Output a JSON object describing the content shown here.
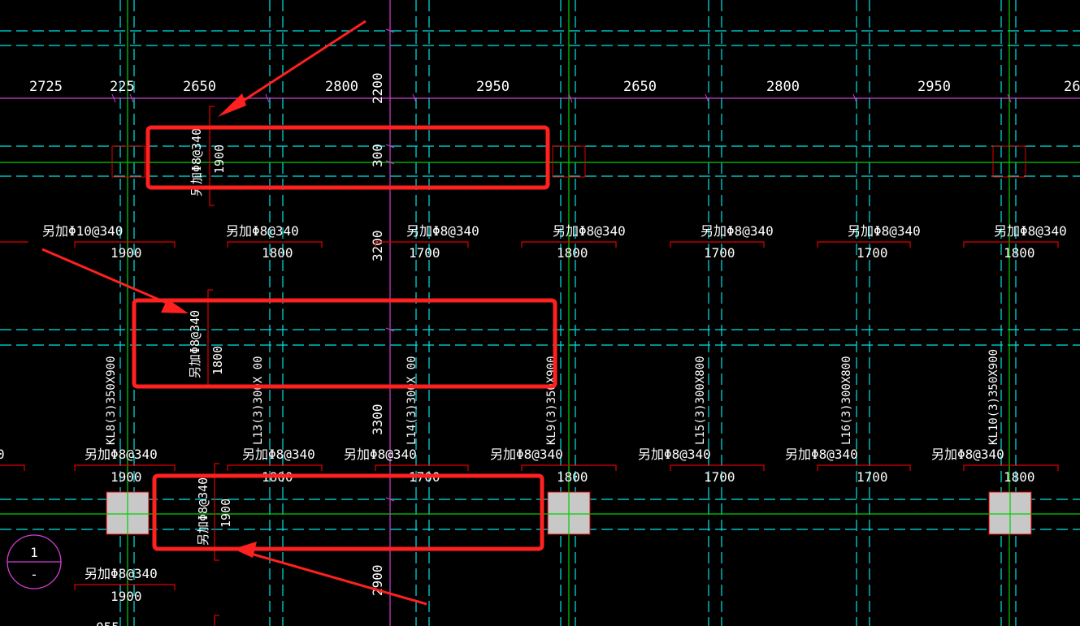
{
  "colors": {
    "background": "#000000",
    "grid_dashed": "#00e5e5",
    "axis_green": "#00d000",
    "dim_magenta": "#d040d0",
    "text": "#ffffff",
    "rebar_red": "#e00000",
    "highlight_red": "#ff2020",
    "column_fill": "#c8c8c8"
  },
  "top_dimensions": [
    "2725",
    "225",
    "2650",
    "2800",
    "2950",
    "2650",
    "2800",
    "2950",
    "26"
  ],
  "vertical_dimensions": [
    "2200",
    "300",
    "3200",
    "3300",
    "2900"
  ],
  "row1_annotations": {
    "labels": [
      "另加Φ10@340",
      "另加Φ8@340",
      "另加Φ8@340",
      "另加Φ8@340",
      "另加Φ8@340",
      "另加Φ8@340",
      "另加Φ8@340"
    ],
    "lengths": [
      "1900",
      "1800",
      "1700",
      "1800",
      "1700",
      "1700",
      "1800"
    ]
  },
  "row2_annotations": {
    "labels": [
      "另加Φ8@340",
      "另加Φ8@340",
      "另加Φ8@340",
      "另加Φ8@340",
      "另加Φ8@340",
      "另加Φ8@340",
      "另加Φ8@340"
    ],
    "lengths": [
      "1900",
      "1800",
      "1700",
      "1800",
      "1700",
      "1700",
      "1800"
    ],
    "edge_fragment": "0"
  },
  "row3_annotation": {
    "label": "另加Φ8@340",
    "length": "1900",
    "fragment": "055"
  },
  "vertical_annotations": [
    {
      "label": "另加Φ8@340",
      "length": "1900"
    },
    {
      "label": "另加Φ8@340",
      "length": "1800"
    },
    {
      "label": "另加Φ8@340",
      "length": "1900"
    }
  ],
  "beam_labels": [
    "KL8(3)350X900",
    "L13(3)300X 00",
    "L14(3)300X 00",
    "KL9(3)350X900",
    "L15(3)300X800",
    "L16(3)300X800",
    "KL10(3)350X900"
  ],
  "section_marker": {
    "number": "1",
    "sheet": "-"
  }
}
